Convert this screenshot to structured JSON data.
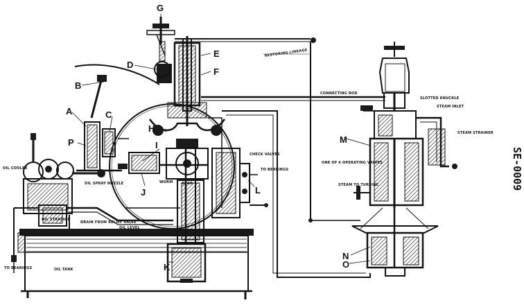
{
  "drawing_number": "SE-0009",
  "letters": {
    "A": "A",
    "B": "B",
    "C": "C",
    "D": "D",
    "E": "E",
    "F": "F",
    "G": "G",
    "H": "H",
    "I": "I",
    "J": "J",
    "K": "K",
    "L": "L",
    "M": "M",
    "N": "N",
    "O": "O",
    "P": "P"
  },
  "notes": {
    "restoring_linkage": "RESTORING LINKAGE",
    "connecting_rod": "CONNECTING ROD",
    "slotted_knuckle": "SLOTTED KNUCKLE",
    "steam_inlet": "STEAM INLET",
    "steam_strainer": "STEAM STRAINER",
    "one_of_operating_valves": "ONE OF 6 OPERATING VALVES",
    "steam_to_turbine": "STEAM TO TURBINE",
    "check_valves": "CHECK VALVES",
    "to_bearings": "TO BEARINGS",
    "oil_cooler": "OIL COOLER",
    "oil_strainer": "OIL STRAINER",
    "oil_spray_nozzle": "OIL SPRAY NOZZLE",
    "worm": "WORM",
    "gear": "GEAR",
    "drain_from_relief_valve": "DRAIN FROM RELIEF VALVE",
    "oil_level": "OIL LEVEL",
    "oil_tank": "OIL TANK",
    "to_bearings_lower": "TO BEARINGS"
  }
}
